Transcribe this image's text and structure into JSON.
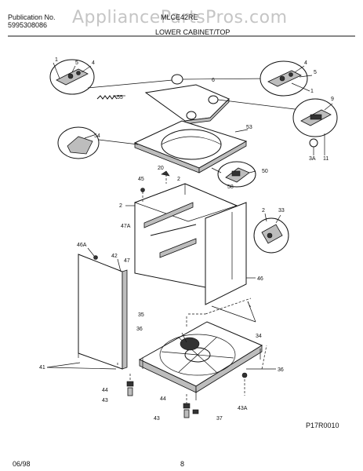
{
  "header": {
    "publication_label": "Publication No.",
    "publication_number": "5995308086",
    "model": "MLCE42RE",
    "section_title": "LOWER CABINET/TOP",
    "watermark": "AppliancePartsPros.com"
  },
  "footer": {
    "date": "06/98",
    "page": "8",
    "figure_id": "P17R0010"
  },
  "callouts": {
    "c1a": "1",
    "c5a": "5",
    "c4a": "4",
    "c55": "55",
    "c6": "6",
    "c4b": "4",
    "c5b": "5",
    "c1b": "1",
    "c9": "9",
    "c53": "53",
    "c54": "54",
    "c3a": "3A",
    "c11": "11",
    "c20": "20",
    "c2a": "2",
    "c50": "50",
    "c58": "58",
    "c45": "45",
    "c2b": "2",
    "c2c": "2",
    "c33": "33",
    "c47a": "47A",
    "c47": "47",
    "c46a": "46A",
    "c42": "42",
    "c46": "46",
    "c35": "35",
    "c36a": "36",
    "c34": "34",
    "c41": "41",
    "c36b": "36",
    "c44a": "44",
    "c43a": "43",
    "c44b": "44",
    "c43b": "43",
    "c37": "37",
    "c43ab": "43A"
  }
}
